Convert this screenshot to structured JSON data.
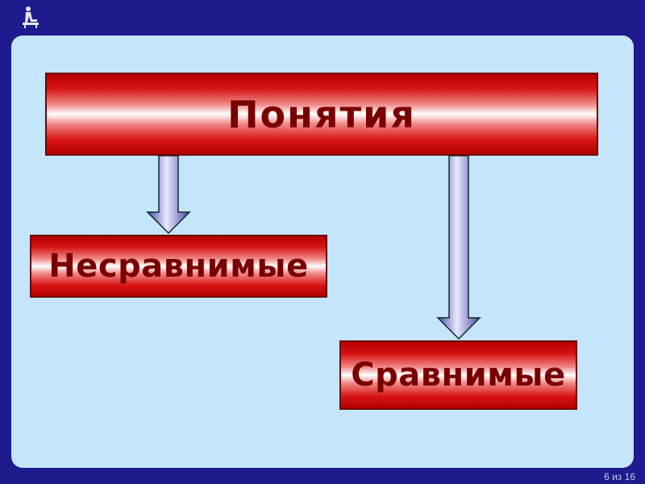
{
  "slide": {
    "top_label": "Понятия",
    "left_label": "Несравнимые",
    "right_label": "Сравнимые",
    "page_counter": "6 из 16"
  },
  "icons": {
    "logo": "reader-icon",
    "arrow_left": "arrow-down-icon",
    "arrow_right": "arrow-down-icon"
  },
  "colors": {
    "background": "#1d1b8e",
    "panel": "#c4e5fa",
    "box_red": "#d81414",
    "box_text": "#7a0000",
    "arrow": "#6f6fc8"
  }
}
